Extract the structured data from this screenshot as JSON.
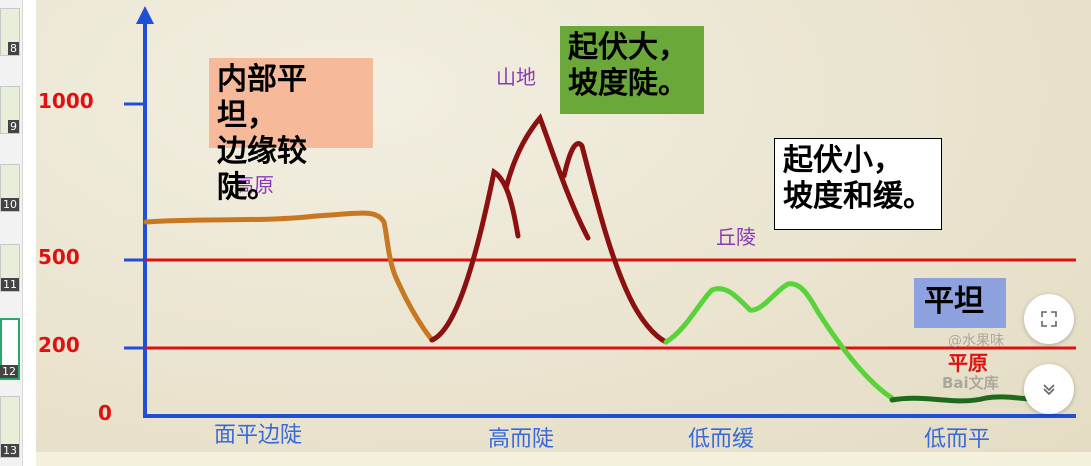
{
  "thumbnails": [
    {
      "number": "8"
    },
    {
      "number": "9"
    },
    {
      "number": "10"
    },
    {
      "number": "11"
    },
    {
      "number": "12",
      "active": true
    },
    {
      "number": "13"
    }
  ],
  "chart_data": {
    "type": "diagram",
    "y_ticks": [
      "1000",
      "500",
      "200",
      "0"
    ],
    "terrain_labels": {
      "plateau": "高原",
      "mountain": "山地",
      "hills": "丘陵",
      "plain": "平原"
    },
    "bottom_labels": [
      "面平边陡",
      "高而陡",
      "低而缓",
      "低而平"
    ],
    "callouts": {
      "plateau": "内部平坦，\n边缘较陡。",
      "mountain": "起伏大，\n坡度陡。",
      "hills": "起伏小，\n坡度和缓。",
      "plain": "平坦"
    },
    "colors": {
      "axis": "#1f4fd6",
      "reference_lines": "#e01010",
      "plateau": "#c87820",
      "mountain": "#8b1010",
      "hills": "#5ad23a",
      "plain": "#1f6a1f",
      "label_purple": "#8a3ab8",
      "label_blue": "#3a6ad8",
      "callout_plateau_bg": "#f6b999",
      "callout_mountain_bg": "#6aa83a",
      "callout_plain_bg": "#8fa2e0"
    }
  },
  "watermark": {
    "author": "@水果味",
    "brand": "Bai文库"
  },
  "controls": {
    "expand_icon": "expand-icon",
    "collapse_icon": "chevron-down-icon"
  }
}
